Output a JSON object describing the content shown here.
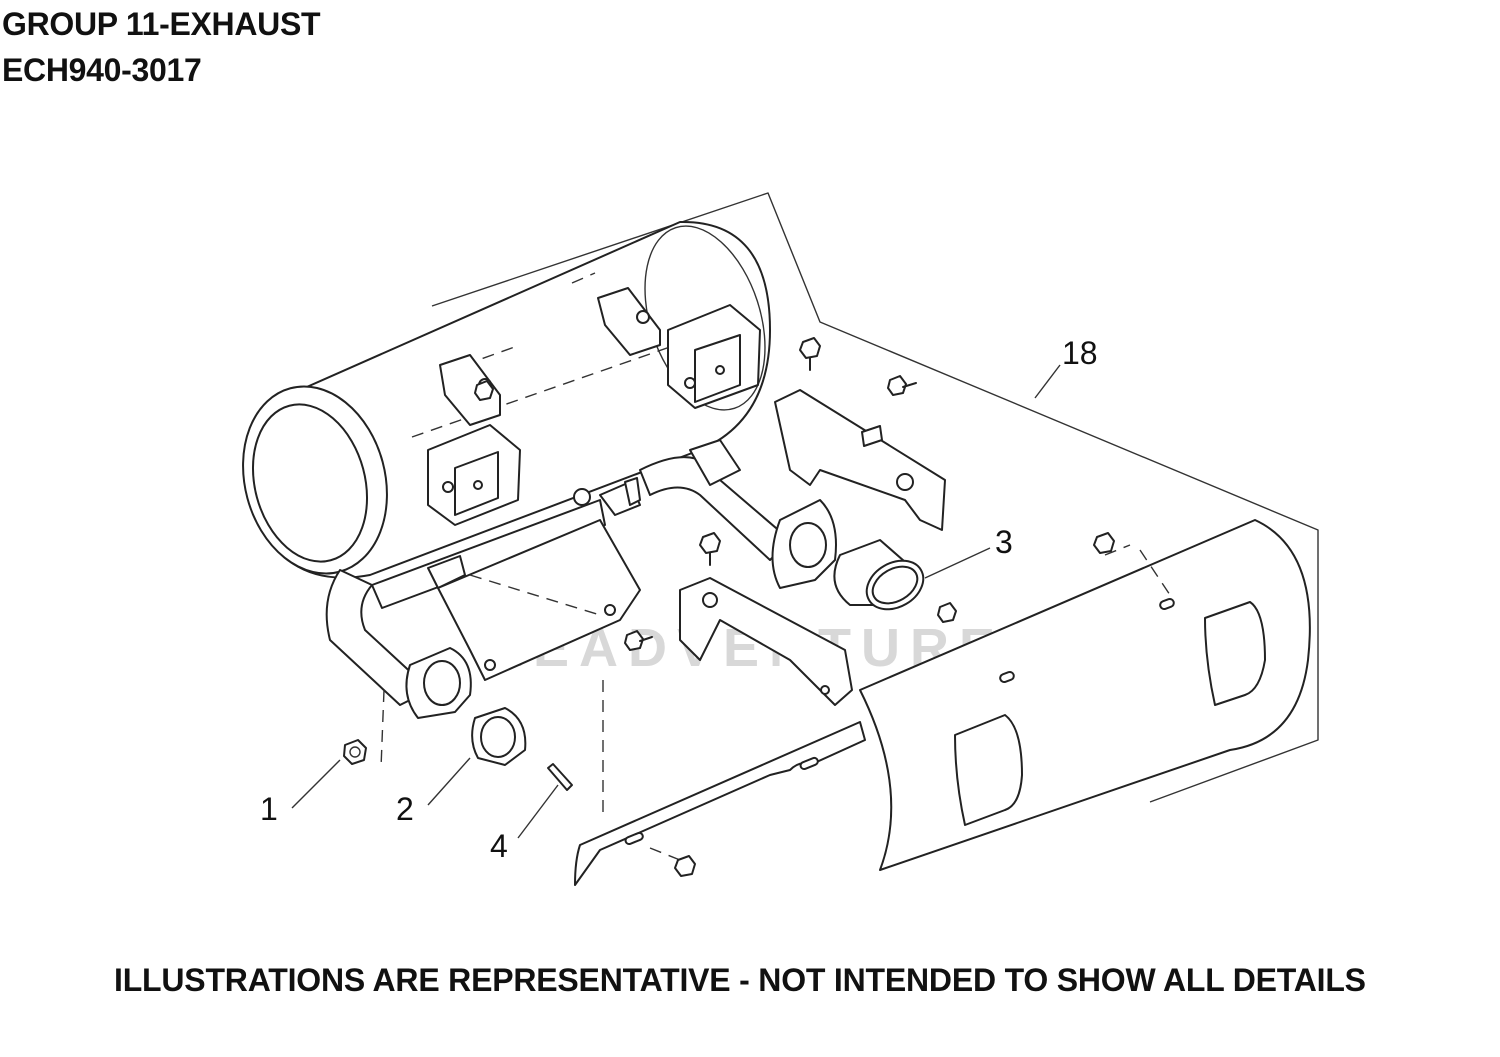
{
  "header": {
    "group_title": "GROUP 11-EXHAUST",
    "model_code": "ECH940-3017"
  },
  "diagram": {
    "watermark": "LEADVENTURE",
    "callouts": [
      {
        "id": "1",
        "label": "1"
      },
      {
        "id": "2",
        "label": "2"
      },
      {
        "id": "3",
        "label": "3"
      },
      {
        "id": "4",
        "label": "4"
      },
      {
        "id": "18",
        "label": "18"
      }
    ]
  },
  "footer": {
    "disclaimer": "ILLUSTRATIONS ARE REPRESENTATIVE - NOT INTENDED TO SHOW ALL DETAILS"
  }
}
